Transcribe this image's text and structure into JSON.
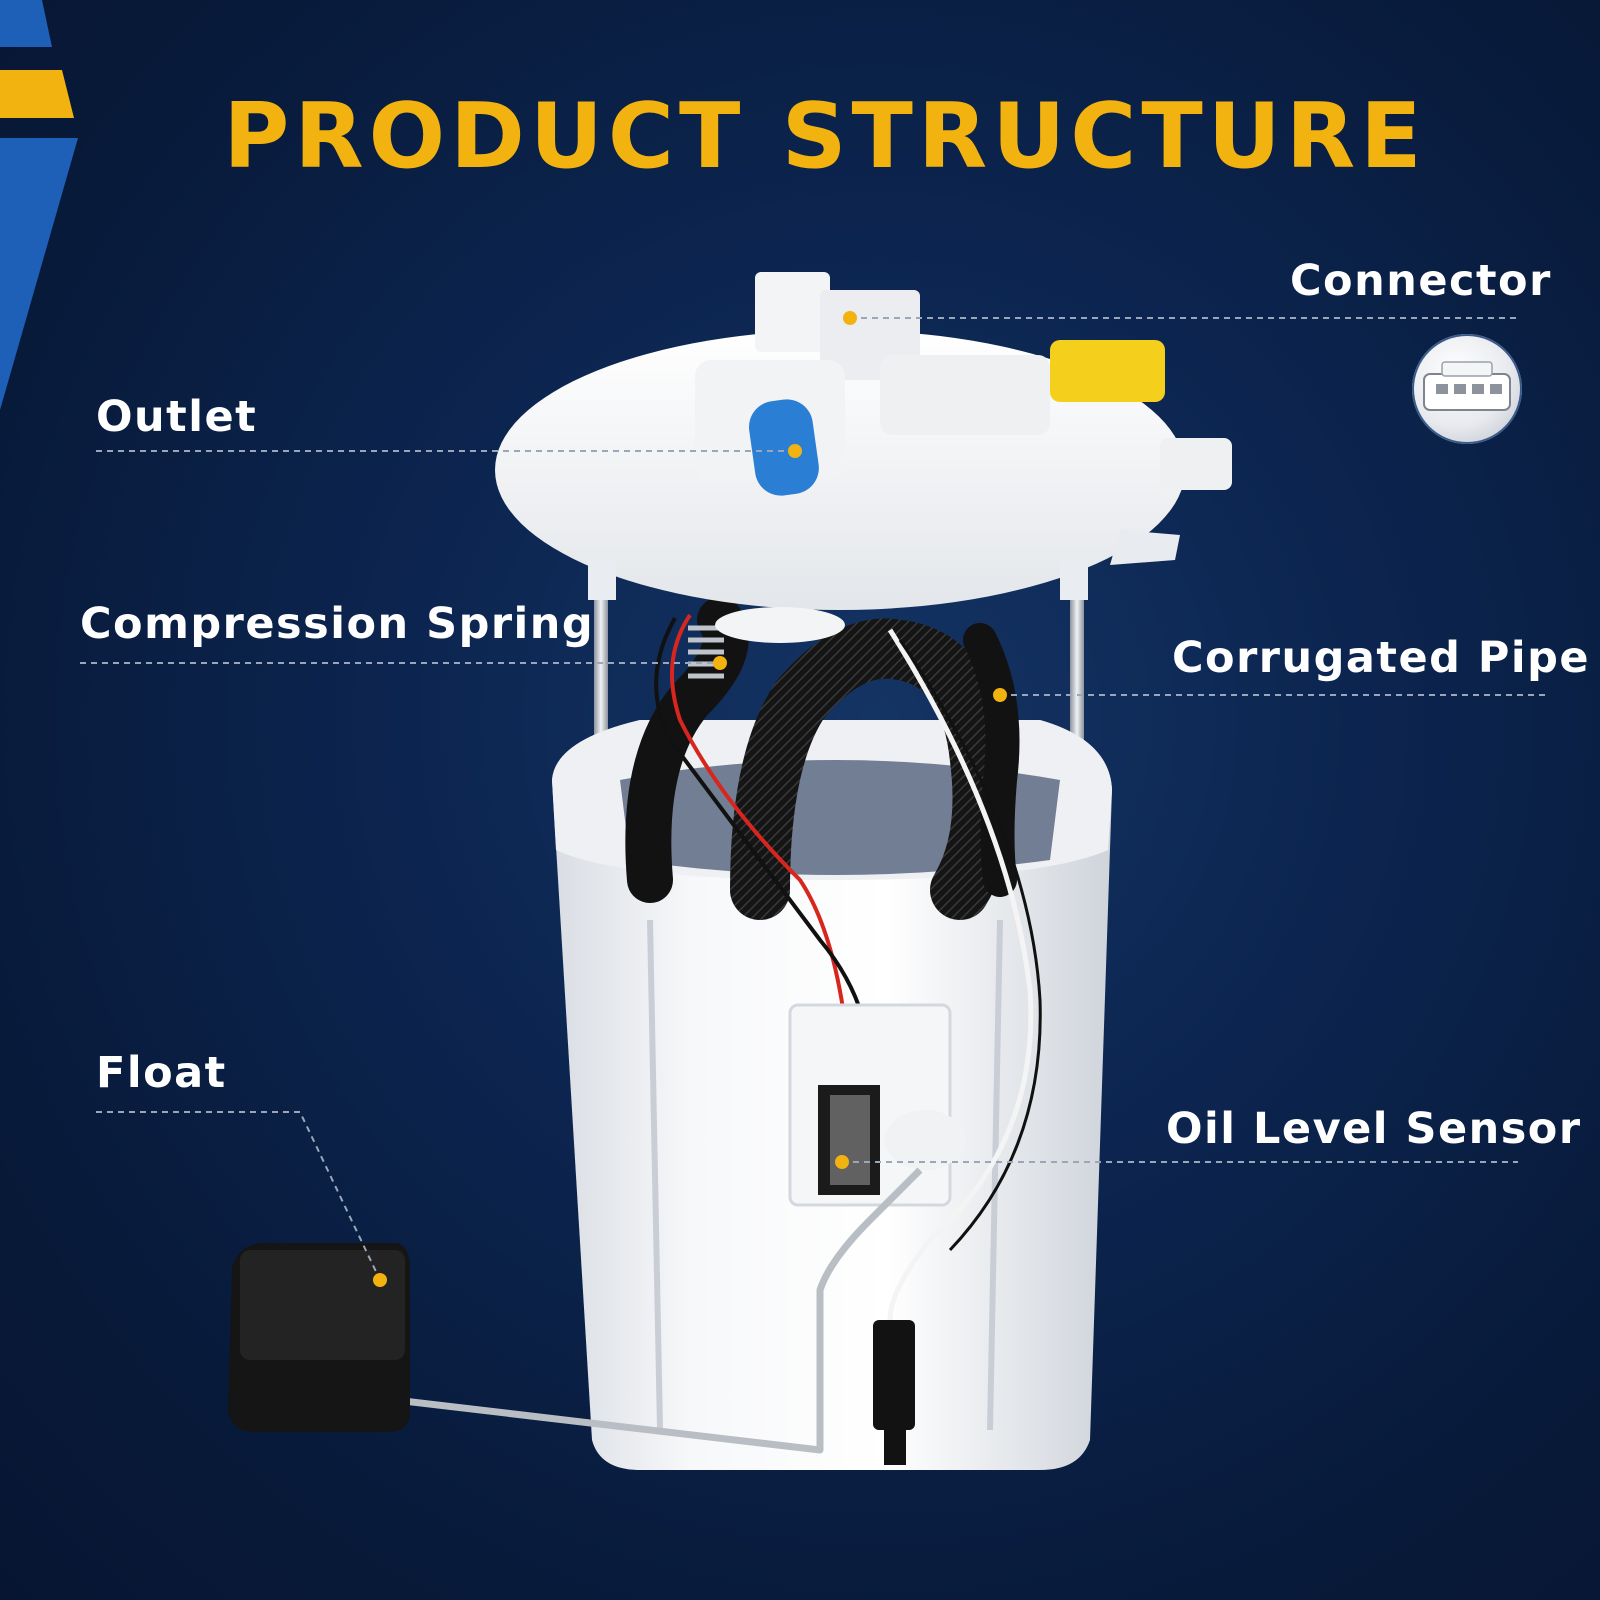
{
  "title": "PRODUCT STRUCTURE",
  "labels": {
    "connector": "Connector",
    "outlet": "Outlet",
    "compression_spring": "Compression Spring",
    "corrugated_pipe": "Corrugated Pipe",
    "float": "Float",
    "oil_level_sensor": "Oil Level Sensor"
  },
  "colors": {
    "background": "#0c2550",
    "title": "#f2b20f",
    "marker": "#f2b20f",
    "accent_blue": "#1e5fb8",
    "label": "#ffffff"
  },
  "icons": {
    "connector_thumbnail": "connector-plug-icon"
  }
}
